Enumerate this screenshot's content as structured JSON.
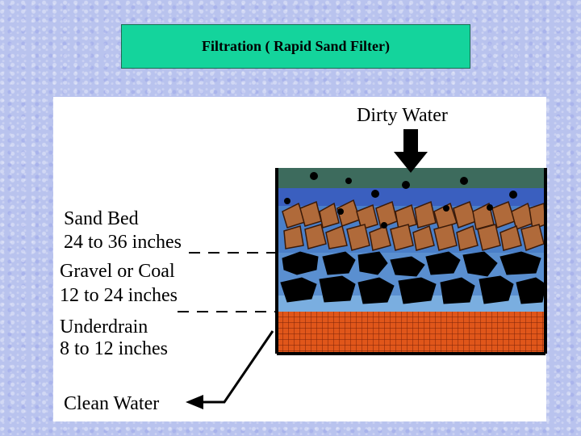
{
  "title": "Filtration ( Rapid Sand Filter)",
  "labels": {
    "dirty_water": "Dirty Water",
    "sand_bed_name": "Sand Bed",
    "sand_bed_depth": "24 to 36 inches",
    "gravel_name": "Gravel or Coal",
    "gravel_depth": "12 to 24 inches",
    "underdrain_name": "Underdrain",
    "underdrain_depth": "8 to 12 inches",
    "clean_water": "Clean Water"
  },
  "colors": {
    "title_bg": "#14d49c",
    "water_top": "#3d6b5d",
    "water_blue": "#3a5fbf",
    "sand": "#b06a3a",
    "gravel_water": "#5a8fd0",
    "underdrain": "#e0561a"
  }
}
